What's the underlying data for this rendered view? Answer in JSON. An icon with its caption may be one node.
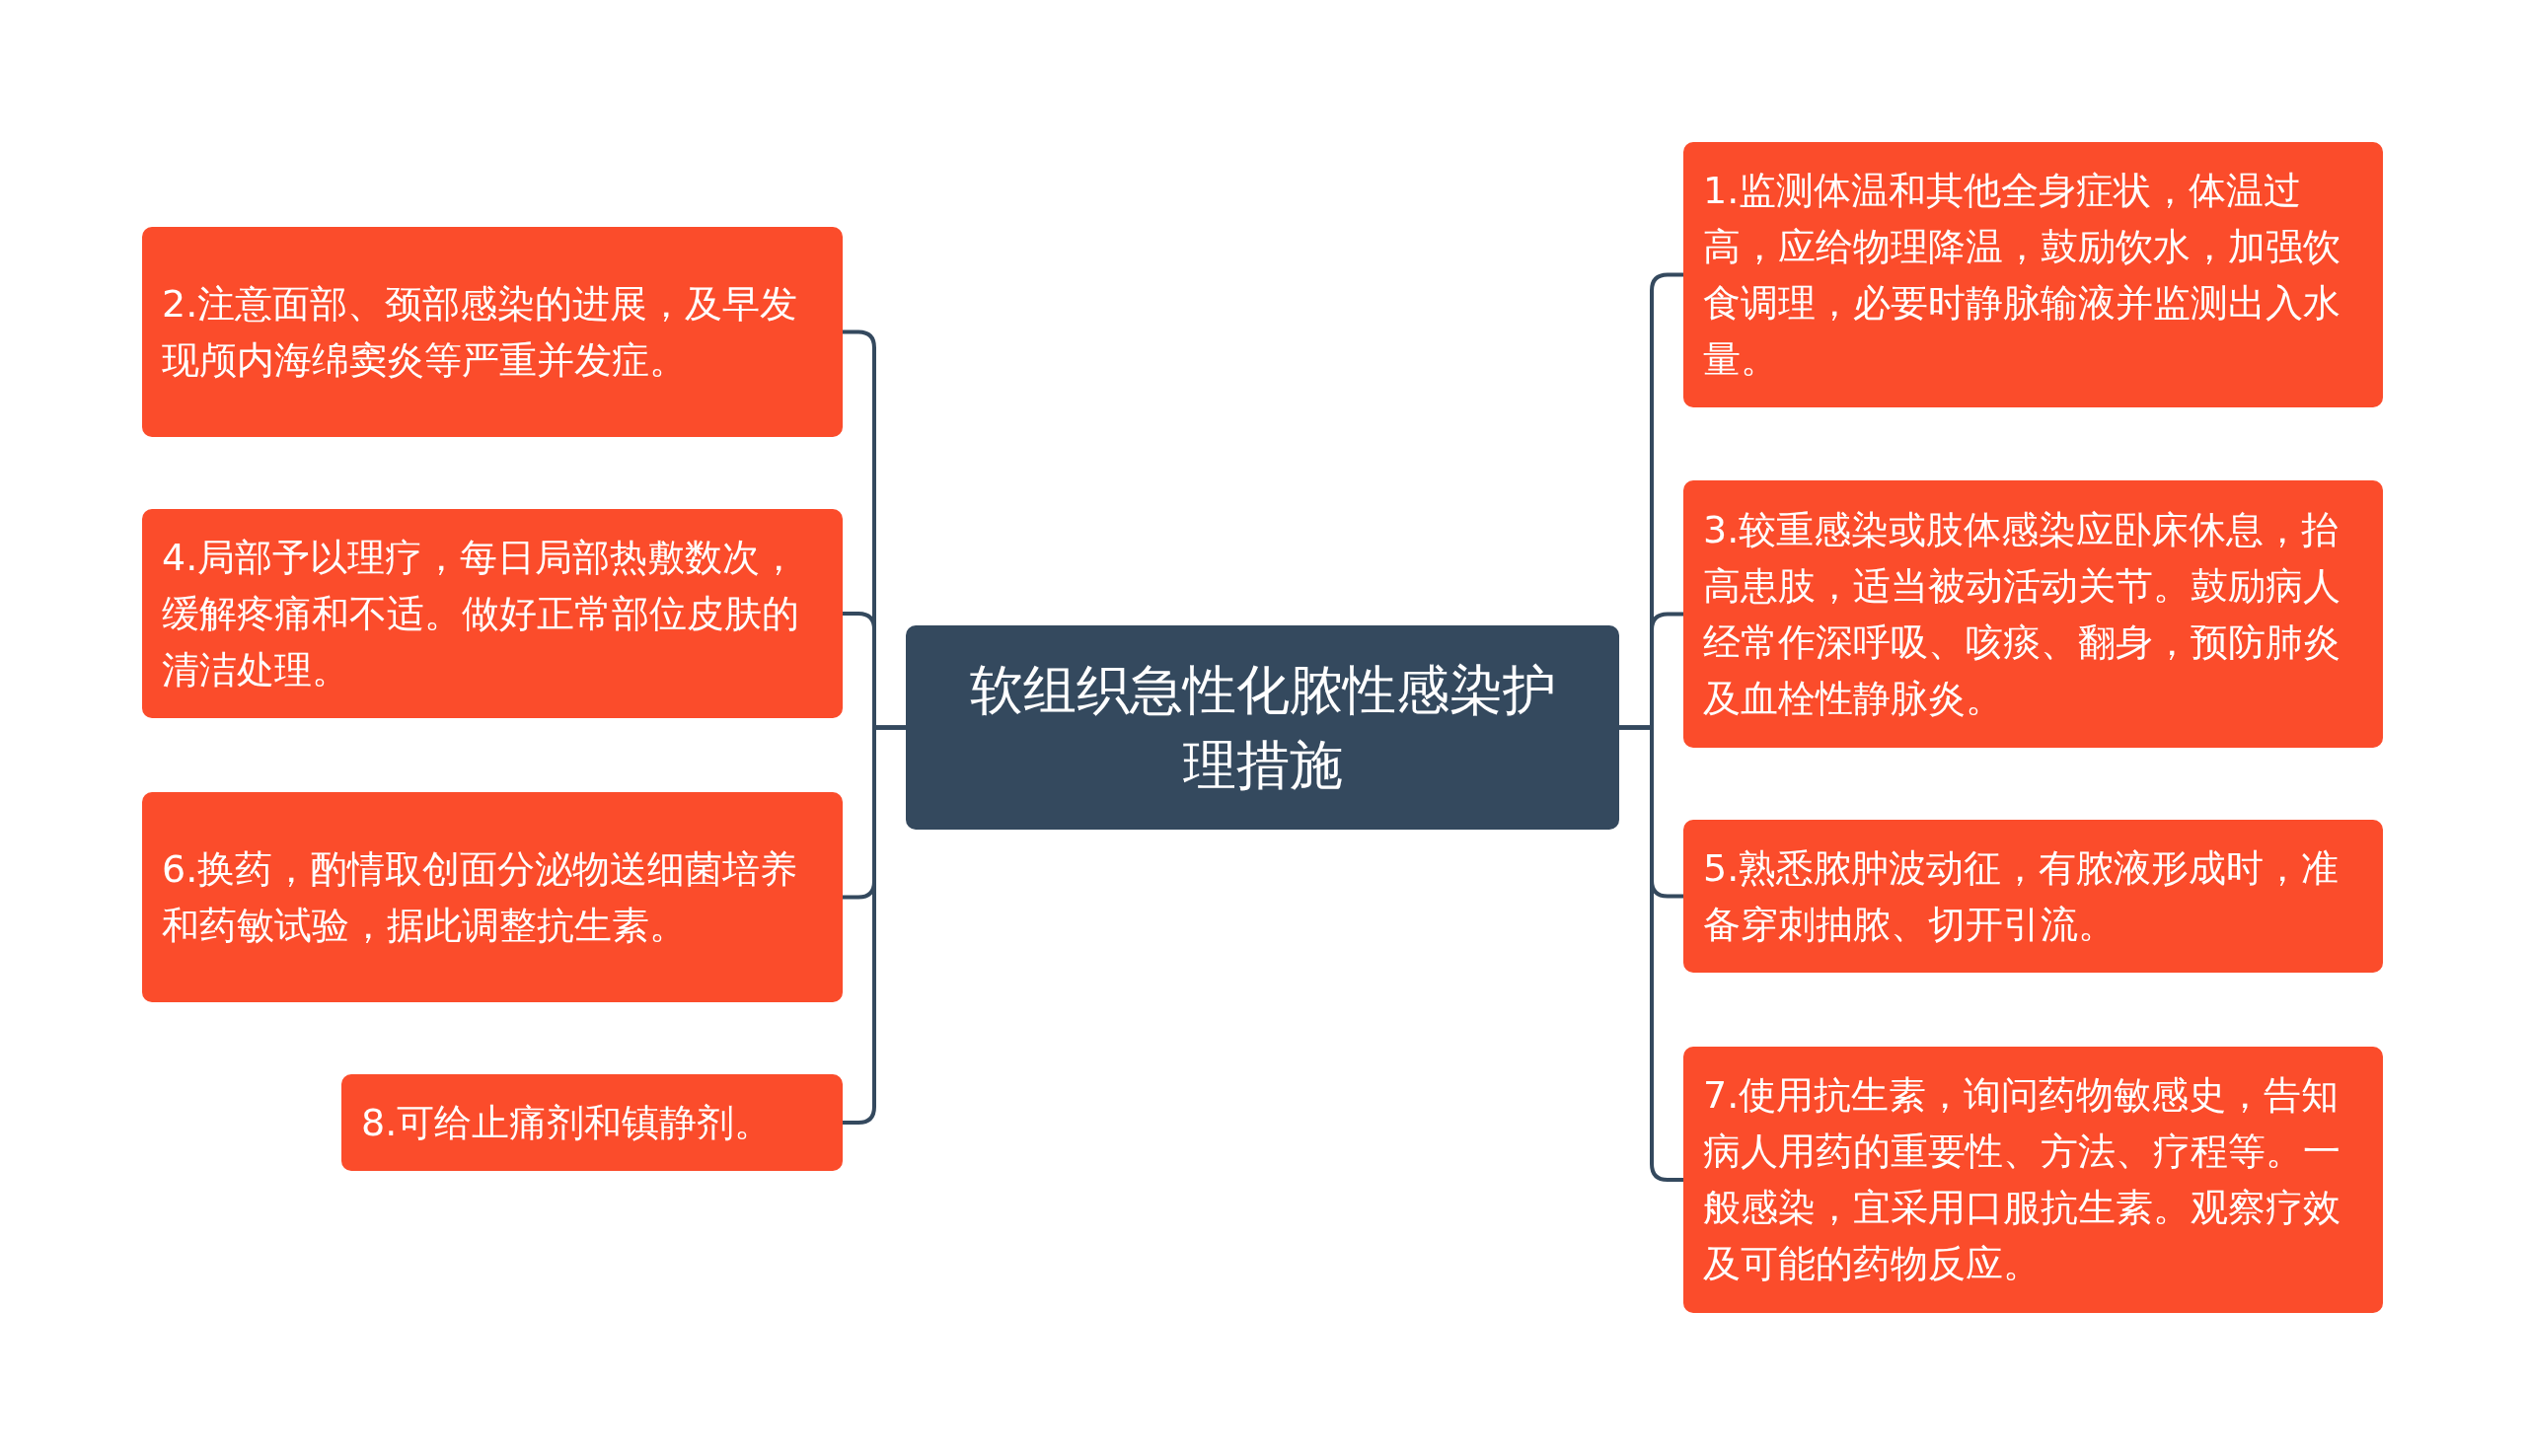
{
  "diagram": {
    "nodes": [
      {
        "text": [
          "软组织急性化脓性感染护理措施"
        ]
      },
      {
        "text": [
          "1.监测体温和其他全身症状，体温过高，应给物理降温，鼓励饮水，加强饮食调理，必要时静脉输液并监测出入水量。"
        ]
      },
      {
        "text": [
          "2.注意面部、颈部感染的进展，及早发现颅内海绵窦炎等严重并发症。"
        ]
      },
      {
        "text": [
          "3.较重感染或肢体感染应卧床休息，抬高患肢，适当被动活动关节。鼓励病人经常作深呼吸、咳痰、翻身，预防肺炎及血栓性静脉炎。"
        ]
      },
      {
        "text": [
          "4.局部予以理疗，每日局部热敷数次，缓解疼痛和不适。做好正常部位皮肤的清洁处理。"
        ]
      },
      {
        "text": [
          "5.熟悉脓肿波动征，有脓液形成时，准备穿刺抽脓、切开引流。"
        ]
      },
      {
        "text": [
          "6.换药，酌情取创面分泌物送细菌培养和药敏试验，据此调整抗生素。"
        ]
      },
      {
        "text": [
          "7.使用抗生素，询问药物敏感史，告知病人用药的重要性、方法、疗程等。一般感染，宜采用口服抗生素。观察疗效及可能的药物反应。"
        ]
      },
      {
        "text": [
          "8.可给止痛剂和镇静剂。"
        ]
      }
    ],
    "edges": [
      {
        "from": 0,
        "to": 1,
        "arrow": "none"
      },
      {
        "from": 0,
        "to": 2,
        "arrow": "none"
      },
      {
        "from": 0,
        "to": 3,
        "arrow": "none"
      },
      {
        "from": 0,
        "to": 4,
        "arrow": "none"
      },
      {
        "from": 0,
        "to": 5,
        "arrow": "none"
      },
      {
        "from": 0,
        "to": 6,
        "arrow": "none"
      },
      {
        "from": 0,
        "to": 7,
        "arrow": "none"
      },
      {
        "from": 0,
        "to": 8,
        "arrow": "none"
      }
    ]
  }
}
